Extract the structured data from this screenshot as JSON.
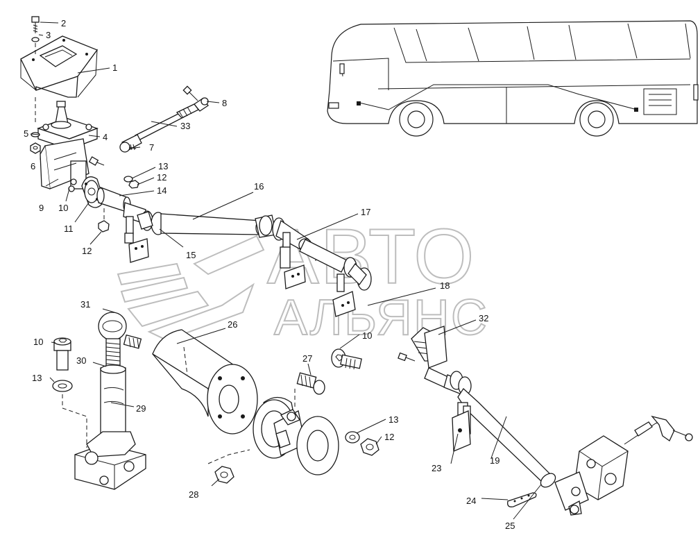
{
  "watermark": {
    "line1": "АВТО",
    "line2": "АЛЬЯНС"
  },
  "callouts": [
    {
      "id": "c2",
      "label": "2"
    },
    {
      "id": "c3",
      "label": "3"
    },
    {
      "id": "c1",
      "label": "1"
    },
    {
      "id": "c5",
      "label": "5"
    },
    {
      "id": "c6",
      "label": "6"
    },
    {
      "id": "c4",
      "label": "4"
    },
    {
      "id": "c9",
      "label": "9"
    },
    {
      "id": "c10a",
      "label": "10"
    },
    {
      "id": "c11",
      "label": "11"
    },
    {
      "id": "c12a",
      "label": "12"
    },
    {
      "id": "c13a",
      "label": "13"
    },
    {
      "id": "c12b",
      "label": "12"
    },
    {
      "id": "c14",
      "label": "14"
    },
    {
      "id": "c8",
      "label": "8"
    },
    {
      "id": "c33",
      "label": "33"
    },
    {
      "id": "c7",
      "label": "7"
    },
    {
      "id": "c16",
      "label": "16"
    },
    {
      "id": "c15",
      "label": "15"
    },
    {
      "id": "c17",
      "label": "17"
    },
    {
      "id": "c18",
      "label": "18"
    },
    {
      "id": "c32",
      "label": "32"
    },
    {
      "id": "c31",
      "label": "31"
    },
    {
      "id": "c26",
      "label": "26"
    },
    {
      "id": "c10b",
      "label": "10"
    },
    {
      "id": "c13b",
      "label": "13"
    },
    {
      "id": "c30",
      "label": "30"
    },
    {
      "id": "c29",
      "label": "29"
    },
    {
      "id": "c27",
      "label": "27"
    },
    {
      "id": "c10c",
      "label": "10"
    },
    {
      "id": "c13c",
      "label": "13"
    },
    {
      "id": "c12c",
      "label": "12"
    },
    {
      "id": "c28",
      "label": "28"
    },
    {
      "id": "c23",
      "label": "23"
    },
    {
      "id": "c19",
      "label": "19"
    },
    {
      "id": "c24",
      "label": "24"
    },
    {
      "id": "c25",
      "label": "25"
    }
  ]
}
